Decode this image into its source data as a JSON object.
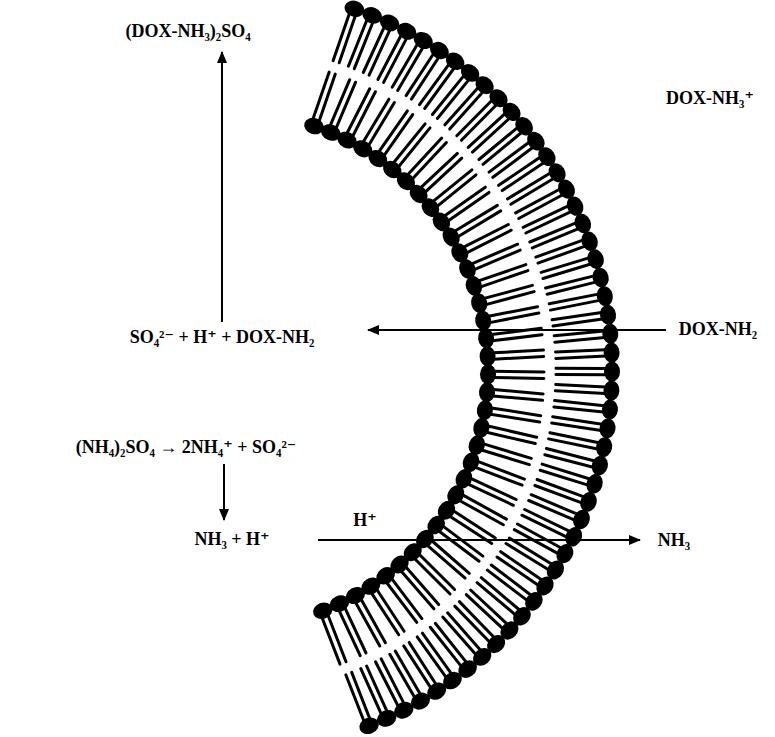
{
  "diagram": {
    "labels": [
      "(DOX-NH₃)₂SO₄",
      "DOX-NH₃⁺",
      "SO₄²⁻ + H⁺ + DOX-NH₂",
      "DOX-NH₂",
      "(NH₄)₂SO₄ → 2NH₄⁺ + SO₄²⁻",
      "NH₃ + H⁺",
      "H⁺",
      "NH₃"
    ]
  }
}
